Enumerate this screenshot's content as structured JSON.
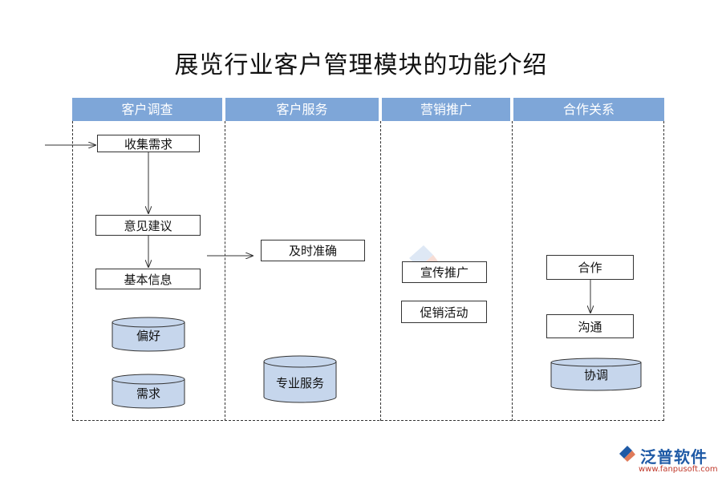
{
  "title": "展览行业客户管理模块的功能介绍",
  "columns": [
    {
      "label": "客户调查"
    },
    {
      "label": "客户服务"
    },
    {
      "label": "营销推广"
    },
    {
      "label": "合作关系"
    }
  ],
  "survey": {
    "collect": "收集需求",
    "opinion": "意见建议",
    "basic_info": "基本信息",
    "preference": "偏好",
    "demand": "需求"
  },
  "service": {
    "timely": "及时准确",
    "professional": "专业服务"
  },
  "marketing": {
    "promotion": "宣传推广",
    "sales_activity": "促销活动"
  },
  "cooperation": {
    "cooperate": "合作",
    "communicate": "沟通",
    "coordinate": "协调"
  },
  "brand": {
    "name": "泛普软件",
    "url": "www.fanpusoft.com"
  },
  "colors": {
    "header": "#7ea6d8",
    "cylinder": "#c6d6ec"
  }
}
